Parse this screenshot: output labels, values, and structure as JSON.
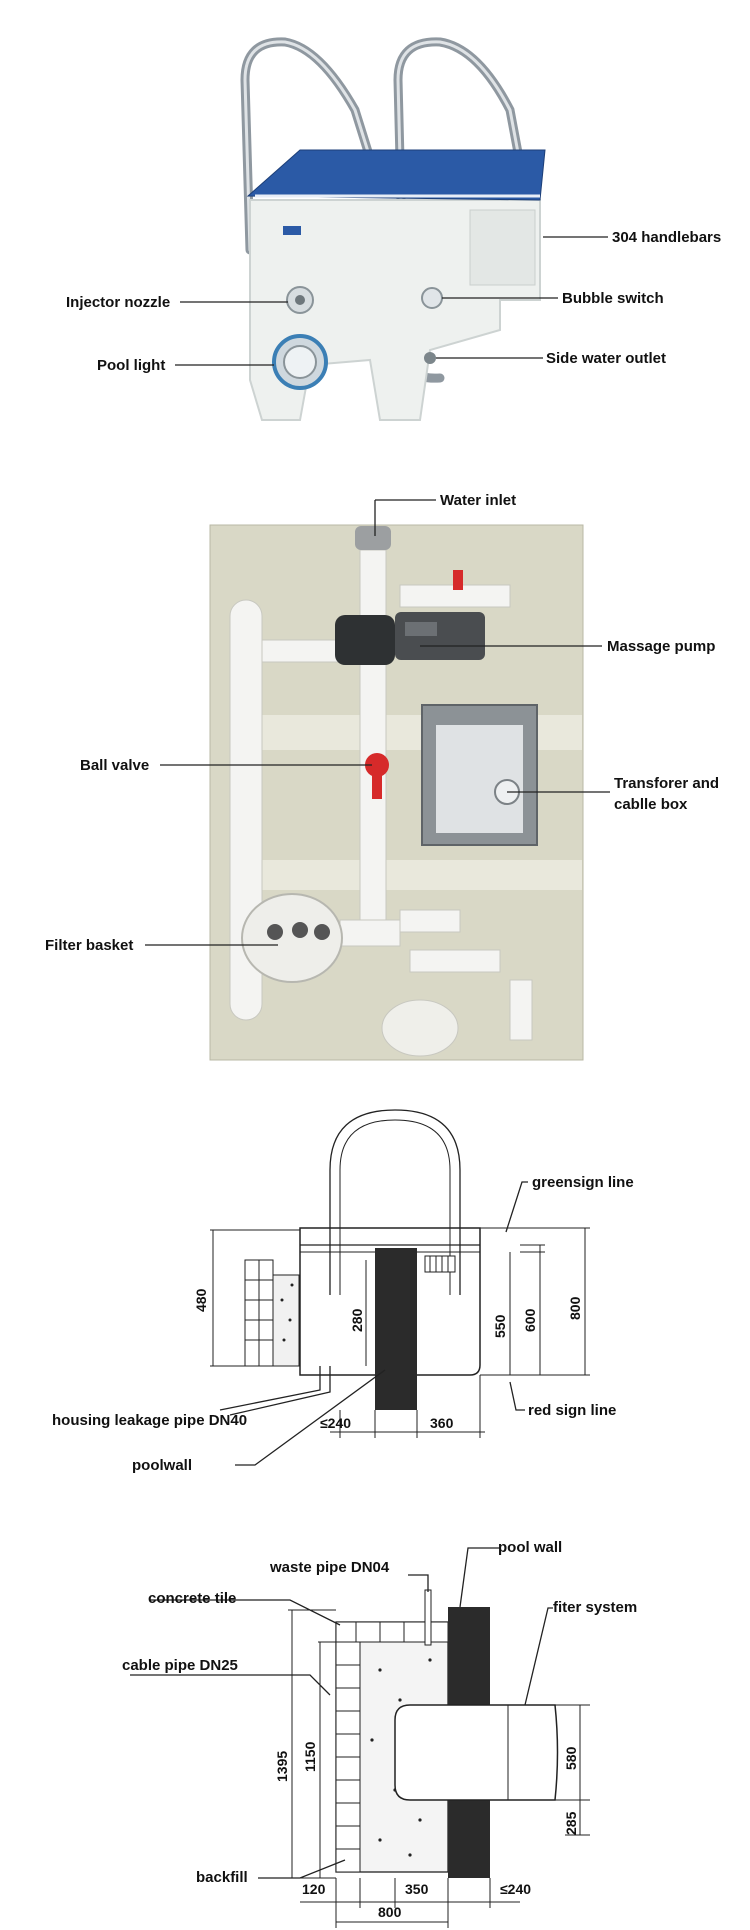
{
  "panel1": {
    "labels": {
      "handlebars": "304 handlebars",
      "injector": "Injector nozzle",
      "bubble": "Bubble switch",
      "light": "Pool light",
      "outlet": "Side water outlet"
    },
    "colors": {
      "lid": "#2b5aa6",
      "body": "#eef1ef",
      "rail": "#9aa3aa"
    }
  },
  "panel2": {
    "labels": {
      "inlet": "Water inlet",
      "pump": "Massage pump",
      "valve": "Ball valve",
      "box_line1": "Transforer and",
      "box_line2": "cablle box",
      "basket": "Filter basket"
    },
    "colors": {
      "background": "#d9d8c6",
      "valve": "#d62a2a",
      "pipe": "#f4f4f2"
    }
  },
  "panel3": {
    "labels": {
      "green": "greensign line",
      "red": "red sign line",
      "leak": "housing leakage pipe DN40",
      "wall": "poolwall"
    },
    "dims": {
      "d480": "480",
      "d280": "280",
      "d550": "550",
      "d600": "600",
      "d800": "800",
      "d240": "≤240",
      "d360": "360"
    }
  },
  "panel4": {
    "labels": {
      "waste": "waste pipe DN04",
      "poolwall": "pool wall",
      "tile": "concrete tile",
      "filter": "fiter system",
      "cable": "cable pipe DN25",
      "backfill": "backfill"
    },
    "dims": {
      "d1395": "1395",
      "d1150": "1150",
      "d580": "580",
      "d285": "285",
      "d120": "120",
      "d350": "350",
      "d240": "≤240",
      "d800": "800"
    }
  }
}
